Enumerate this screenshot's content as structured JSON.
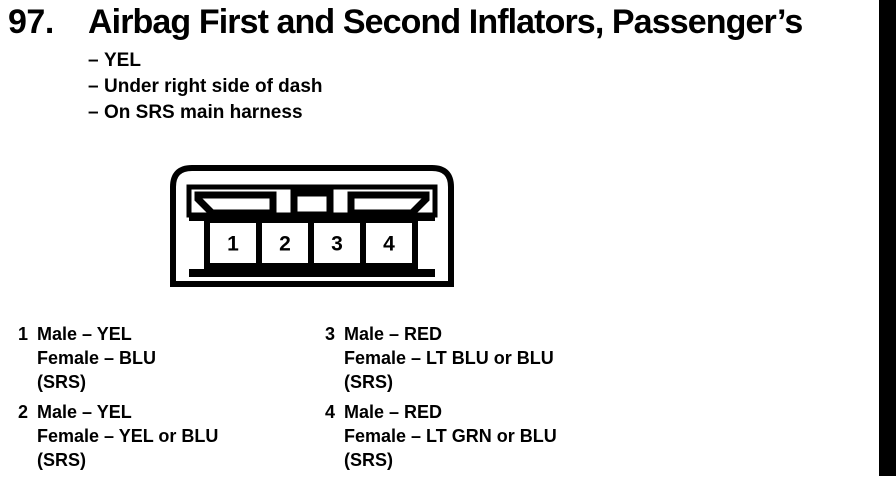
{
  "header": {
    "number": "97.",
    "title": "Airbag First and Second Inflators, Passenger’s"
  },
  "notes": {
    "dash": "–",
    "items": [
      "YEL",
      "Under right side of dash",
      "On SRS main harness"
    ]
  },
  "connector": {
    "name": "4-way-connector-face-view",
    "pins": [
      "1",
      "2",
      "3",
      "4"
    ],
    "line_color": "#000000",
    "fill_color": "#ffffff"
  },
  "legend": {
    "columns": [
      {
        "entries": [
          {
            "pin": "1",
            "male": "Male – YEL",
            "female": "Female – BLU",
            "circuit": "(SRS)"
          },
          {
            "pin": "2",
            "male": "Male – YEL",
            "female": "Female – YEL or BLU",
            "circuit": "(SRS)"
          }
        ]
      },
      {
        "entries": [
          {
            "pin": "3",
            "male": "Male – RED",
            "female": "Female – LT BLU or BLU",
            "circuit": "(SRS)"
          },
          {
            "pin": "4",
            "male": "Male – RED",
            "female": "Female – LT GRN or BLU",
            "circuit": "(SRS)"
          }
        ]
      }
    ]
  },
  "edge_bar": {
    "color": "#000000"
  }
}
